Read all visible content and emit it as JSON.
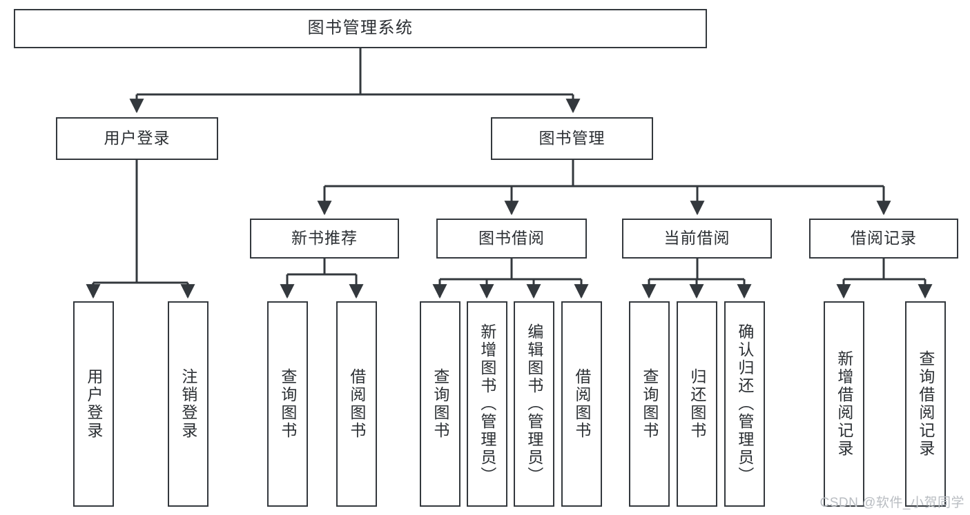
{
  "diagram": {
    "title": "图书管理系统",
    "root": {
      "label": "图书管理系统"
    },
    "level1": [
      {
        "label": "用户登录"
      },
      {
        "label": "图书管理"
      }
    ],
    "level2": [
      {
        "label": "新书推荐"
      },
      {
        "label": "图书借阅"
      },
      {
        "label": "当前借阅"
      },
      {
        "label": "借阅记录"
      }
    ],
    "leaves": {
      "user_login": [
        {
          "label": "用户登录"
        },
        {
          "label": "注销登录"
        }
      ],
      "new_book_recommend": [
        {
          "label": "查询图书"
        },
        {
          "label": "借阅图书"
        }
      ],
      "book_borrow": [
        {
          "label": "查询图书"
        },
        {
          "label": "新增图书（管理员）"
        },
        {
          "label": "编辑图书（管理员）"
        },
        {
          "label": "借阅图书"
        }
      ],
      "current_borrow": [
        {
          "label": "查询图书"
        },
        {
          "label": "归还图书"
        },
        {
          "label": "确认归还（管理员）"
        }
      ],
      "borrow_records": [
        {
          "label": "新增借阅记录"
        },
        {
          "label": "查询借阅记录"
        }
      ]
    },
    "watermark": "CSDN @软件_小贺同学",
    "colors": {
      "border": "#33383d",
      "text": "#2b2f33",
      "background": "#ffffff",
      "watermark": "#b9bdc2"
    }
  }
}
